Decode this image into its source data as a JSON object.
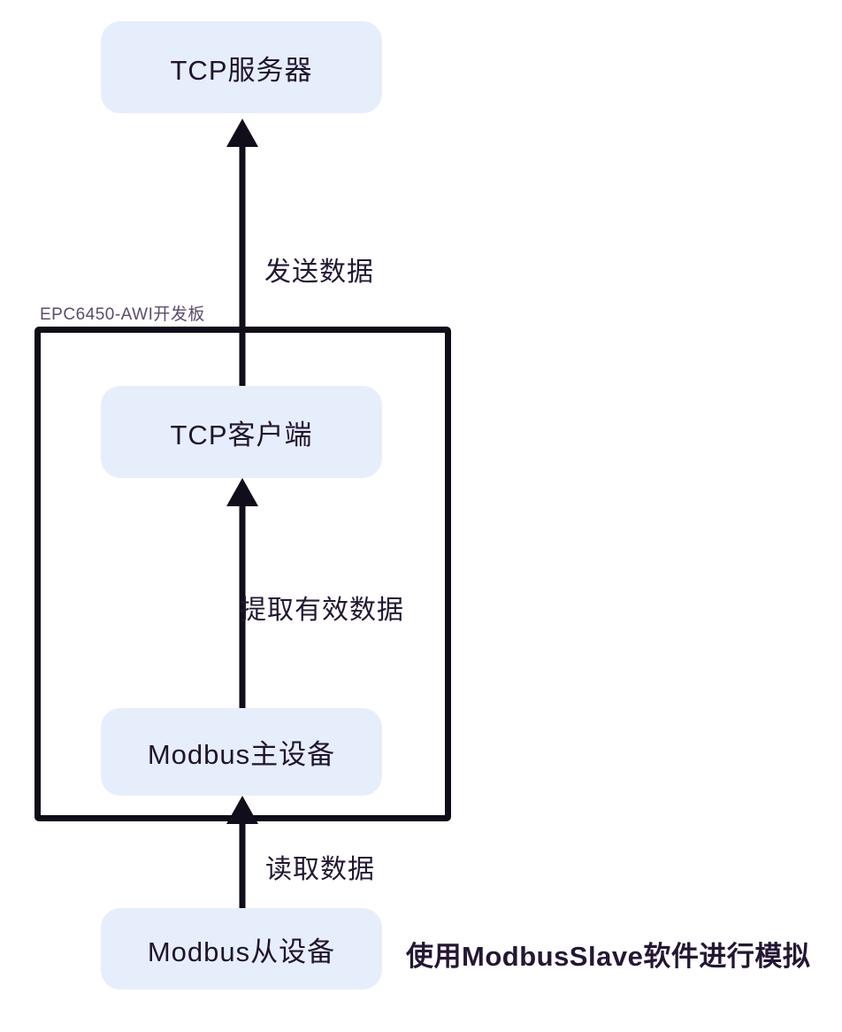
{
  "diagram": {
    "title_text": "EPC6450-AWI开发板",
    "nodes": [
      {
        "id": "tcp-server",
        "label": "TCP服务器"
      },
      {
        "id": "tcp-client",
        "label": "TCP客户端"
      },
      {
        "id": "modbus-master",
        "label": "Modbus主设备"
      },
      {
        "id": "modbus-slave",
        "label": "Modbus从设备"
      }
    ],
    "arrows": [
      {
        "id": "send-data",
        "label": "发送数据",
        "from": "tcp-client",
        "to": "tcp-server"
      },
      {
        "id": "extract-data",
        "label": "提取有效数据",
        "from": "modbus-master",
        "to": "tcp-client"
      },
      {
        "id": "read-data",
        "label": "读取数据",
        "from": "modbus-slave",
        "to": "modbus-master"
      }
    ],
    "annotation": "使用ModbusSlave软件进行模拟",
    "colors": {
      "node_fill": "#e7eefb",
      "node_text": "#201430",
      "enclosure_border": "#100c18",
      "enclosure_label": "#5c4c6d",
      "arrow": "#120d1a",
      "caption_text": "#231733",
      "annotation_text": "#241735",
      "background": "#ffffff"
    }
  }
}
